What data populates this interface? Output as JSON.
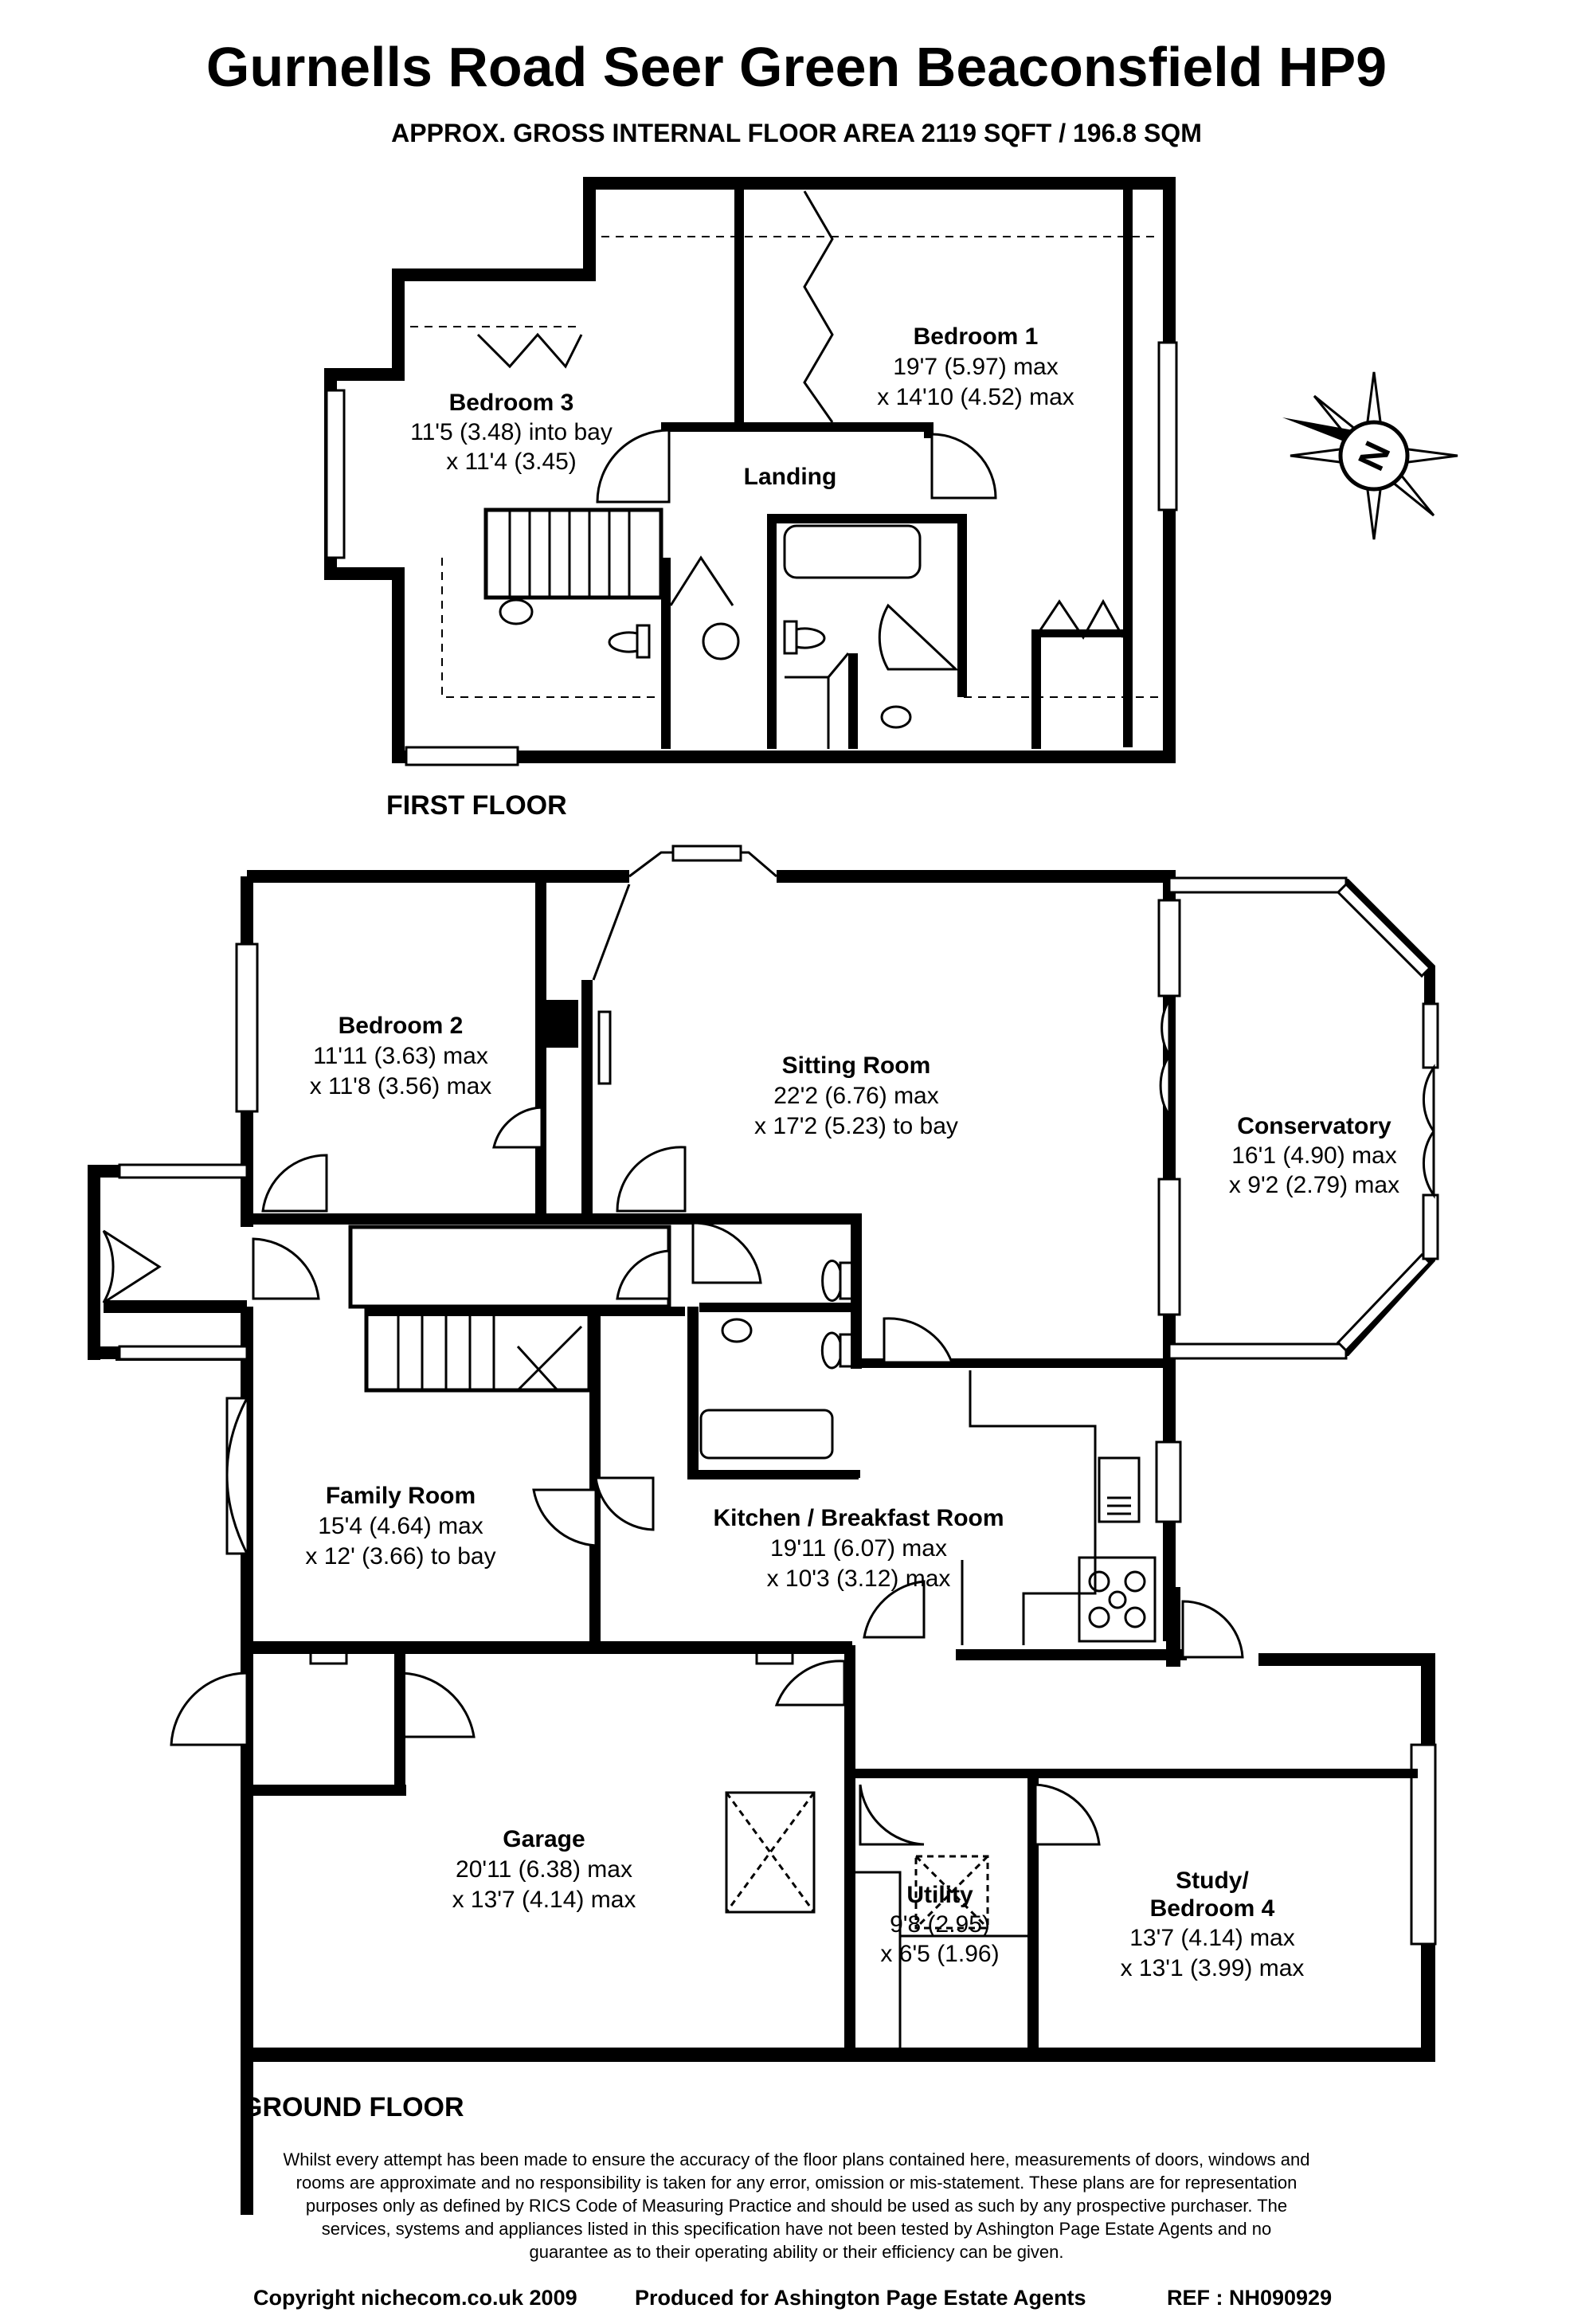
{
  "header": {
    "title": "Gurnells Road  Seer Green  Beaconsfield  HP9",
    "subtitle": "APPROX. GROSS INTERNAL FLOOR AREA 2119 SQFT / 196.8 SQM"
  },
  "first_floor": {
    "label": "FIRST FLOOR",
    "rooms": [
      {
        "name": "Bedroom 1",
        "dims": [
          "19'7 (5.97) max",
          "x 14'10 (4.52) max"
        ]
      },
      {
        "name": "Bedroom 3",
        "dims": [
          "11'5 (3.48) into bay",
          "x 11'4 (3.45)"
        ]
      },
      {
        "name": "Landing",
        "dims": []
      }
    ]
  },
  "ground_floor": {
    "label": "GROUND FLOOR",
    "rooms": [
      {
        "name": "Bedroom 2",
        "dims": [
          "11'11 (3.63) max",
          "x 11'8 (3.56) max"
        ]
      },
      {
        "name": "Sitting Room",
        "dims": [
          "22'2 (6.76) max",
          "x 17'2 (5.23) to bay"
        ]
      },
      {
        "name": "Conservatory",
        "dims": [
          "16'1 (4.90) max",
          "x 9'2 (2.79) max"
        ]
      },
      {
        "name": "Family Room",
        "dims": [
          "15'4 (4.64) max",
          "x 12' (3.66) to bay"
        ]
      },
      {
        "name": "Kitchen / Breakfast Room",
        "dims": [
          "19'11 (6.07) max",
          "x 10'3 (3.12) max"
        ]
      },
      {
        "name": "Garage",
        "dims": [
          "20'11 (6.38) max",
          "x 13'7 (4.14) max"
        ]
      },
      {
        "name": "Utility",
        "dims": [
          "9'8 (2.95)",
          "x 6'5 (1.96)"
        ]
      },
      {
        "name": "Study/",
        "name2": "Bedroom 4",
        "dims": [
          "13'7 (4.14) max",
          "x 13'1 (3.99) max"
        ]
      }
    ]
  },
  "compass": {
    "letter": "N",
    "icon": "compass-icon"
  },
  "footer": {
    "disclaimer": [
      "Whilst every attempt has been made to ensure the accuracy of the floor plans contained here, measurements of doors, windows and",
      "rooms are approximate and no responsibility is taken for any error, omission or mis-statement.  These plans are for representation",
      "purposes only as defined by RICS Code of Measuring Practice and should be used as such by any prospective purchaser.  The",
      "services, systems and appliances listed in this specification have not been tested by Ashington Page Estate Agents and no",
      "guarantee as to their operating ability or their efficiency can be given."
    ],
    "copyright": "Copyright nichecom.co.uk 2009",
    "produced_for": "Produced for Ashington Page Estate Agents",
    "ref": "REF : NH090929"
  }
}
